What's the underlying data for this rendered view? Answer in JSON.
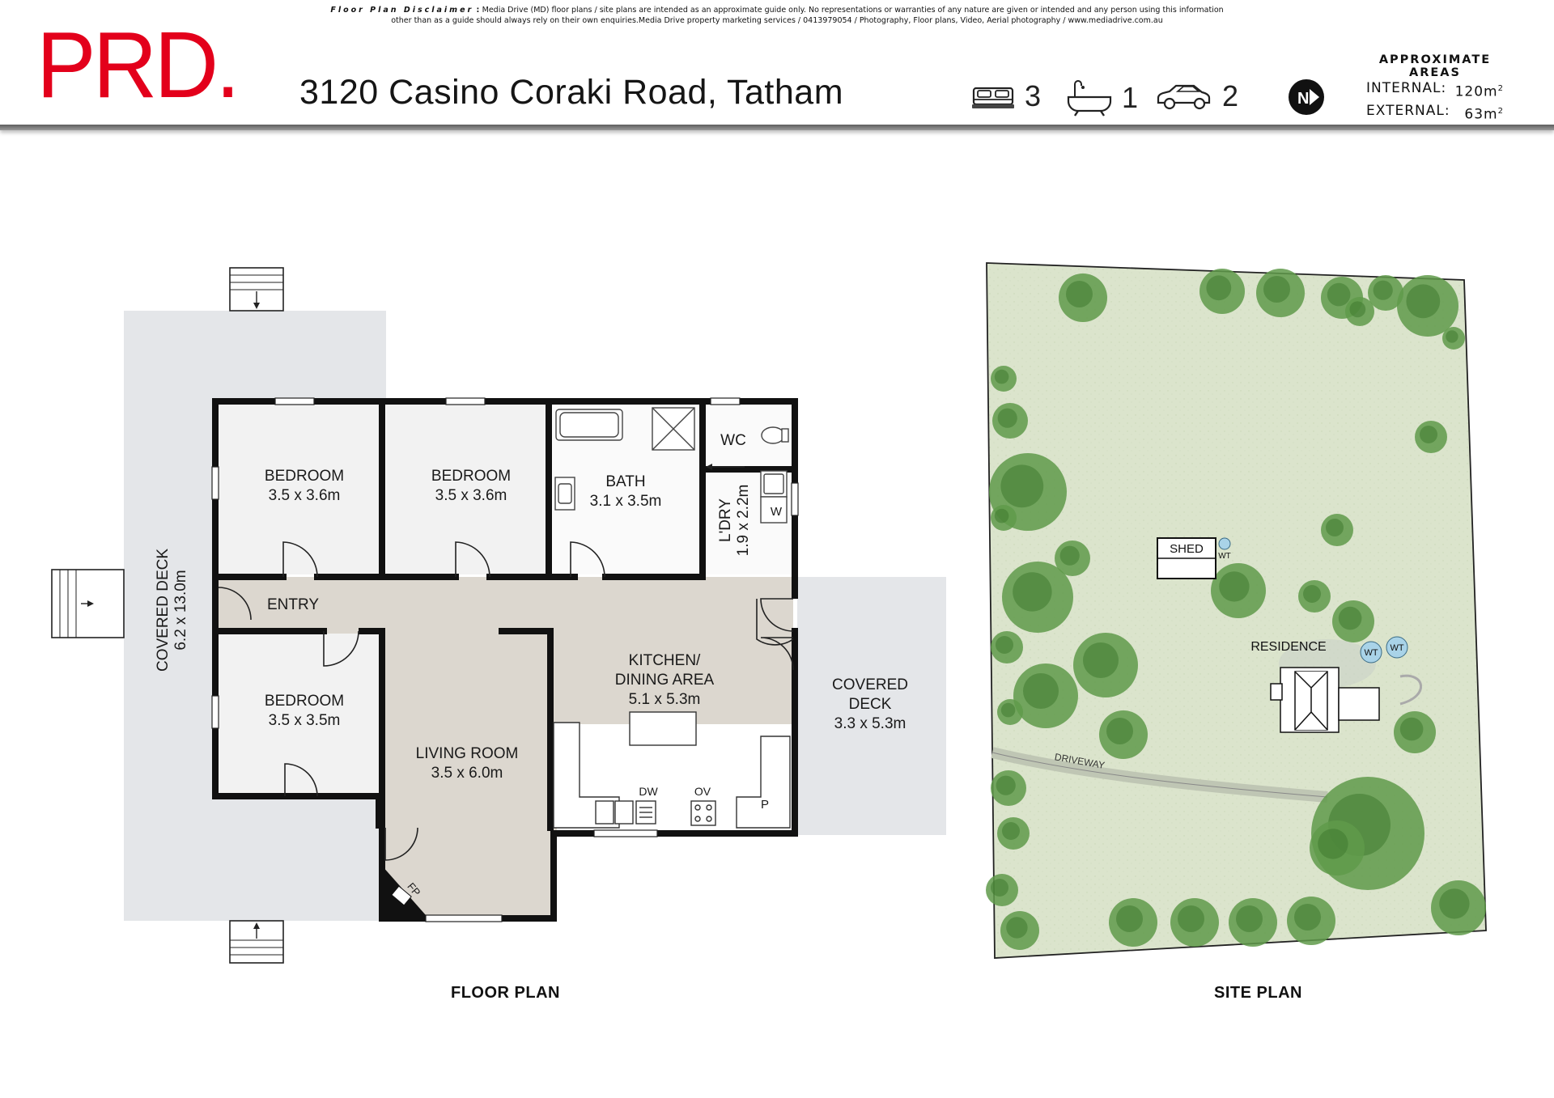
{
  "disclaimer": {
    "title": "Floor Plan Disclaimer",
    "line1": "Media Drive (MD) floor plans / site plans are intended as an approximate guide only.  No representations or warranties of any nature are given or intended and any person using this information",
    "line2": "other than as a guide should always rely on their own enquiries.Media Drive property marketing services / 0413979054 / Photography, Floor plans,  Video, Aerial photography / www.mediadrive.com.au"
  },
  "brand": {
    "logo_text": "PRD",
    "logo_dot": ".",
    "color": "#e3001b"
  },
  "address": "3120 Casino Coraki Road, Tatham",
  "features": {
    "bedrooms": {
      "icon": "bed-icon",
      "count": "3"
    },
    "bathrooms": {
      "icon": "bathtub-icon",
      "count": "1"
    },
    "carspaces": {
      "icon": "car-icon",
      "count": "2"
    }
  },
  "compass": {
    "icon": "north-arrow-icon",
    "label": "N"
  },
  "areas": {
    "title_line1": "APPROXIMATE",
    "title_line2": "AREAS",
    "internal_label": "INTERNAL:",
    "internal_value": "120m",
    "external_label": "EXTERNAL:",
    "external_value": "63m",
    "unit_sup": "2"
  },
  "floor_plan": {
    "caption": "FLOOR PLAN",
    "rooms": {
      "bed1": {
        "name": "BEDROOM",
        "size": "3.5 x 3.6m"
      },
      "bed2": {
        "name": "BEDROOM",
        "size": "3.5 x 3.6m"
      },
      "bed3": {
        "name": "BEDROOM",
        "size": "3.5 x 3.5m"
      },
      "bath": {
        "name": "BATH",
        "size": "3.1 x 3.5m"
      },
      "wc": {
        "name": "WC"
      },
      "laundry": {
        "name": "L'DRY",
        "size": "1.9 x 2.2m",
        "washer": "W"
      },
      "entry": {
        "name": "ENTRY"
      },
      "living": {
        "name": "LIVING ROOM",
        "size": "3.5 x 6.0m"
      },
      "kitchen": {
        "name_line1": "KITCHEN/",
        "name_line2": "DINING AREA",
        "size": "5.1 x 5.3m"
      },
      "deck_left": {
        "name": "COVERED DECK",
        "size": "6.2 x 13.0m"
      },
      "deck_right": {
        "name_line1": "COVERED",
        "name_line2": "DECK",
        "size": "3.3 x 5.3m"
      }
    },
    "fixtures": {
      "dishwasher": "DW",
      "oven": "OV",
      "pantry": "P",
      "fireplace": "FP"
    },
    "colors": {
      "deck": "#e4e6e9",
      "hall": "#dcd7cf",
      "room": "#f3f3f3",
      "wall": "#111111"
    }
  },
  "site_plan": {
    "caption": "SITE PLAN",
    "labels": {
      "shed": "SHED",
      "residence": "RESIDENCE",
      "driveway": "DRIVEWAY",
      "water_tank": "WT"
    },
    "colors": {
      "lawn": "#dbe4cc",
      "tree": "#5f9a4a",
      "tree_dark": "#3f7a2f",
      "tank": "#a9d3e8"
    }
  }
}
